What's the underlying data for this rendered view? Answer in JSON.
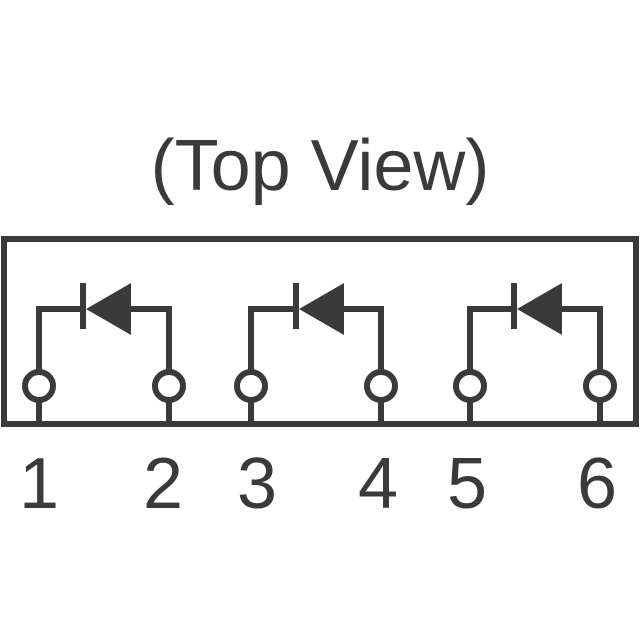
{
  "diagram": {
    "title": "(Top View)",
    "stroke_color": "#3a3a3a",
    "background": "#ffffff",
    "pins": [
      {
        "label": "1"
      },
      {
        "label": "2"
      },
      {
        "label": "3"
      },
      {
        "label": "4"
      },
      {
        "label": "5"
      },
      {
        "label": "6"
      }
    ]
  }
}
